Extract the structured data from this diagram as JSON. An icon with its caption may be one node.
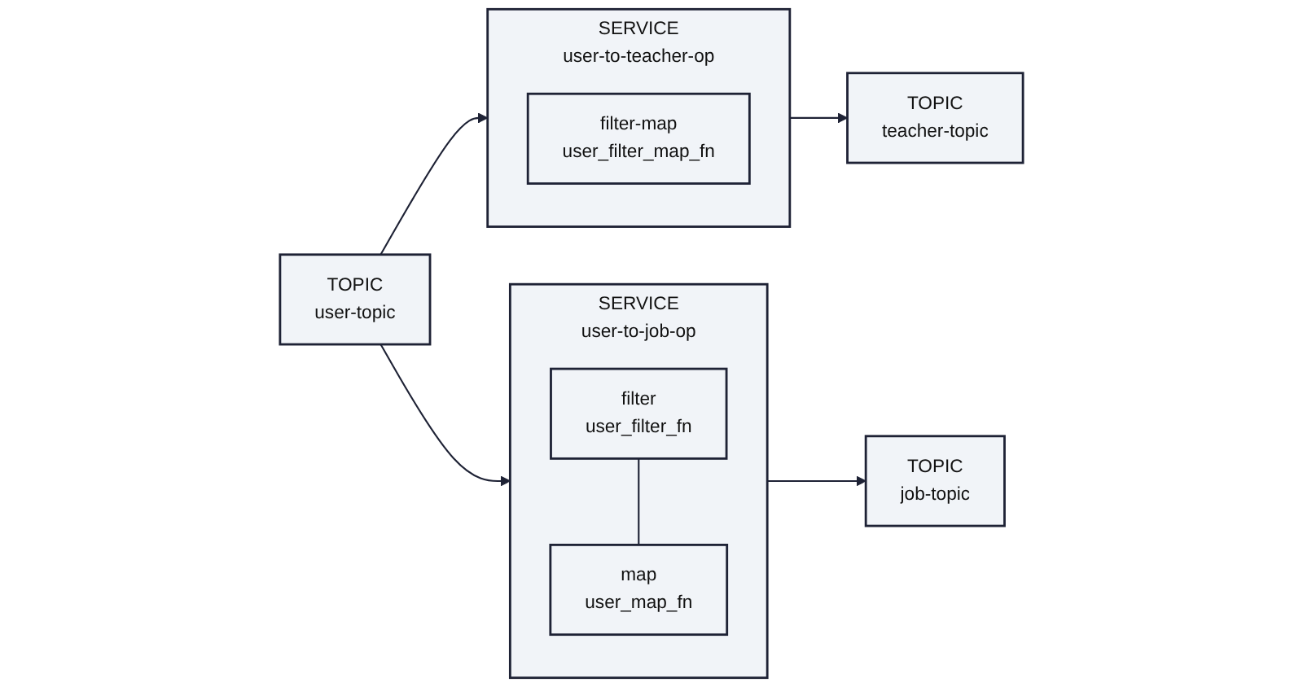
{
  "diagram": {
    "nodes": [
      {
        "text": [
          "TOPIC",
          "user-topic"
        ]
      },
      {
        "text": [
          "SERVICE",
          "user-to-teacher-op"
        ]
      },
      {
        "text": [
          "filter-map",
          "user_filter_map_fn"
        ],
        "in": 1
      },
      {
        "text": [
          "TOPIC",
          "teacher-topic"
        ]
      },
      {
        "text": [
          "SERVICE",
          "user-to-job-op"
        ]
      },
      {
        "text": [
          "filter",
          "user_filter_fn"
        ],
        "in": 4
      },
      {
        "text": [
          "map",
          "user_map_fn"
        ],
        "in": 4
      },
      {
        "text": [
          "TOPIC",
          "job-topic"
        ]
      }
    ],
    "edges": [
      {
        "from": 0,
        "to": 1,
        "arrow": "to"
      },
      {
        "from": 0,
        "to": 4,
        "arrow": "to"
      },
      {
        "from": 1,
        "to": 3,
        "arrow": "to"
      },
      {
        "from": 5,
        "to": 6,
        "arrow": "none"
      },
      {
        "from": 4,
        "to": 7,
        "arrow": "to"
      }
    ]
  }
}
